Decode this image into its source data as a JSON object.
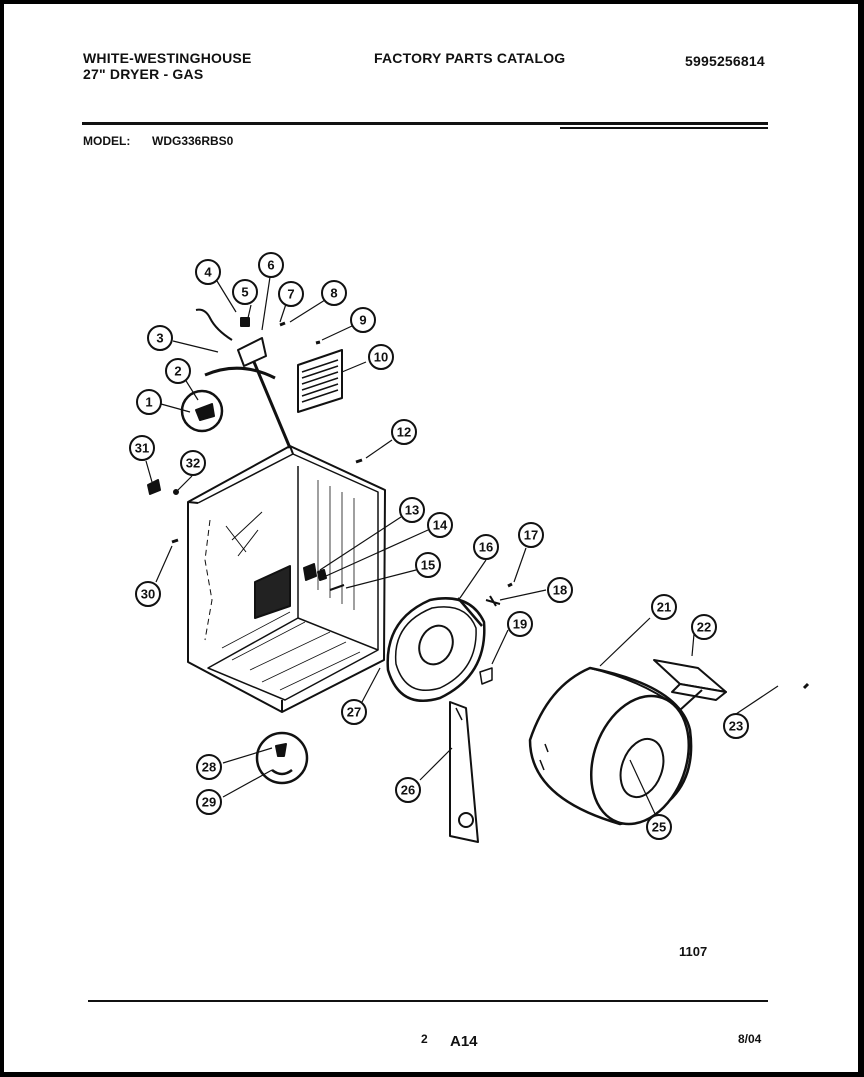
{
  "header": {
    "brand": "WHITE-WESTINGHOUSE",
    "product": "27\" DRYER - GAS",
    "catalog_title": "FACTORY PARTS CATALOG",
    "catalog_number": "5995256814"
  },
  "model": {
    "label": "MODEL:",
    "value": "WDG336RBS0"
  },
  "diagram": {
    "callouts": [
      "1",
      "2",
      "3",
      "4",
      "5",
      "6",
      "7",
      "8",
      "9",
      "10",
      "12",
      "13",
      "14",
      "15",
      "16",
      "17",
      "18",
      "19",
      "21",
      "22",
      "23",
      "25",
      "26",
      "27",
      "28",
      "29",
      "30",
      "31",
      "32"
    ],
    "figure_code": "1107"
  },
  "footer": {
    "page_number": "2",
    "section": "A14",
    "date": "8/04"
  }
}
